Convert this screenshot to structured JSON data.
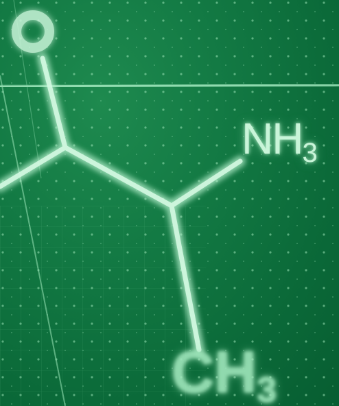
{
  "scene": {
    "description_tag": "structural-formula",
    "background_color": "#0b6a39",
    "glow_color": "#c9f5d9"
  },
  "labels": {
    "amine_main": "NH",
    "amine_sub": "3",
    "methyl_main": "CH",
    "methyl_sub": "3"
  }
}
